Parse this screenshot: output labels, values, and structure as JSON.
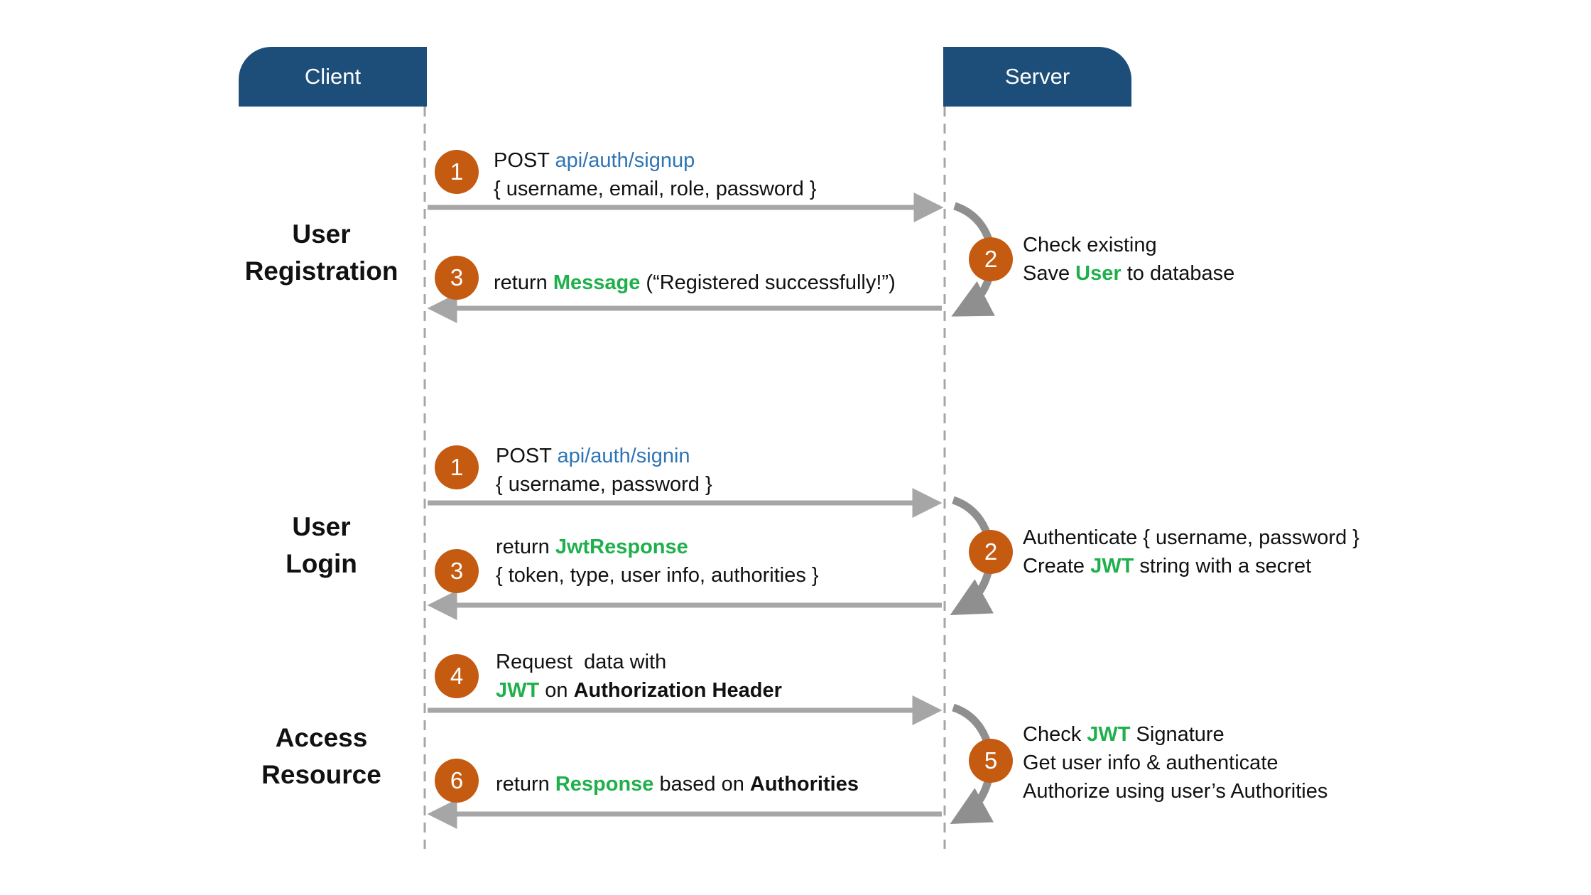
{
  "headers": {
    "client": "Client",
    "server": "Server"
  },
  "colors": {
    "header": "#1d4e79",
    "badge": "#c55a11",
    "link": "#2f74b5",
    "highlight": "#1fb04c",
    "arrow": "#a6a6a6"
  },
  "sections": {
    "registration": {
      "line1": "User",
      "line2": "Registration"
    },
    "login": {
      "line1": "User",
      "line2": "Login"
    },
    "access": {
      "line1": "Access",
      "line2": "Resource"
    }
  },
  "registration": {
    "s1": {
      "num": "1",
      "method": "POST",
      "path": "api/auth/signup",
      "body": "{ username, email, role, password }"
    },
    "s2": {
      "num": "2",
      "line1": "Check existing",
      "pre": "Save",
      "hl": "User",
      "post": "to database"
    },
    "s3": {
      "num": "3",
      "pre": "return",
      "hl": "Message",
      "post": "(“Registered successfully!”)"
    }
  },
  "login": {
    "s1": {
      "num": "1",
      "method": "POST",
      "path": "api/auth/signin",
      "body": "{ username, password }"
    },
    "s2": {
      "num": "2",
      "line1": "Authenticate { username, password }",
      "pre": "Create",
      "hl": "JWT",
      "post": "string with a secret"
    },
    "s3": {
      "num": "3",
      "pre": "return",
      "hl": "JwtResponse",
      "body": "{ token, type, user info, authorities }"
    }
  },
  "access": {
    "s4": {
      "num": "4",
      "line1": "Request  data with",
      "hl": "JWT",
      "mid": "on",
      "bold": "Authorization Header"
    },
    "s5": {
      "num": "5",
      "pre": "Check",
      "hl": "JWT",
      "post": "Signature",
      "line2": "Get user info & authenticate",
      "line3": "Authorize using user’s Authorities"
    },
    "s6": {
      "num": "6",
      "pre": "return",
      "hl": "Response",
      "mid": "based on",
      "bold": "Authorities"
    }
  }
}
